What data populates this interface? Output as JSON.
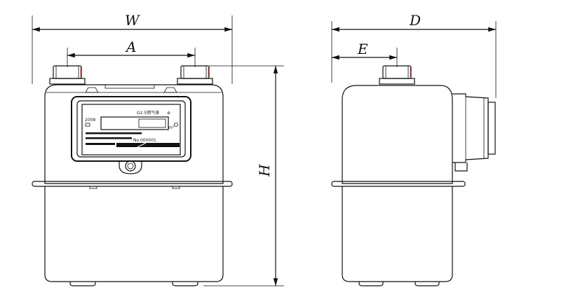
{
  "dimensions": {
    "width_label": "W",
    "inlet_spacing_label": "A",
    "depth_label": "D",
    "offset_label": "E",
    "height_label": "H"
  },
  "nameplate": {
    "model_text": "G2.5燃气表",
    "unit_text": "m³",
    "serial_text": "No.000001",
    "year_text": "2008",
    "corner_text": "⊕"
  }
}
